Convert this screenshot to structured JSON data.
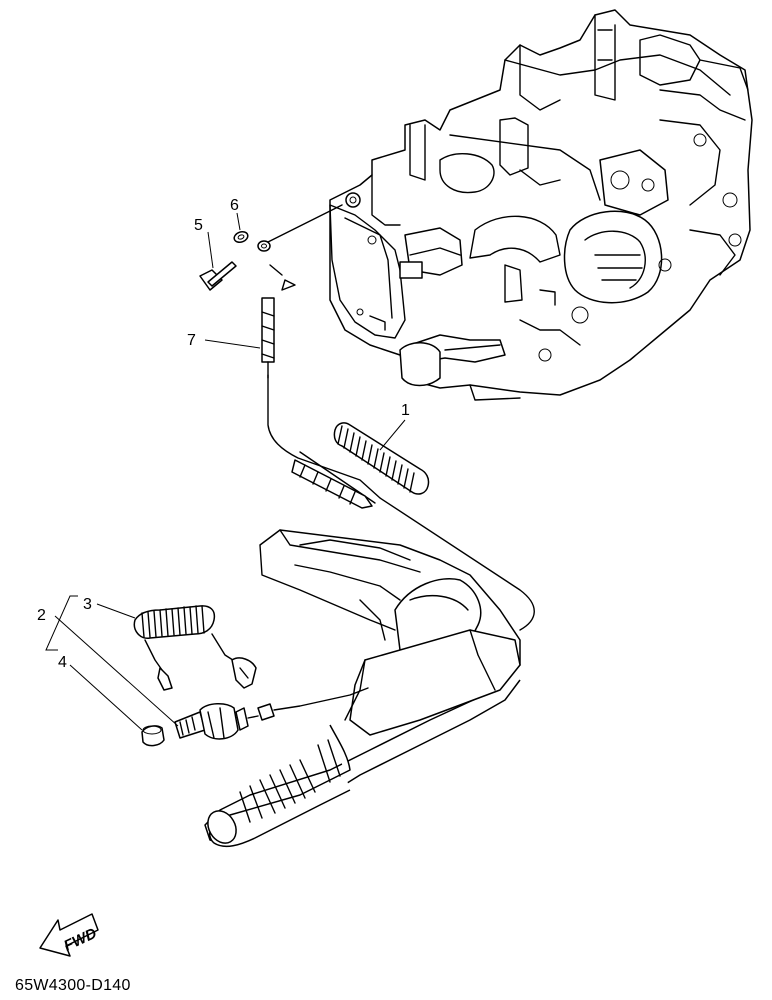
{
  "callouts": {
    "c1": "1",
    "c2": "2",
    "c3": "3",
    "c4": "4",
    "c5": "5",
    "c6": "6",
    "c7": "7"
  },
  "diagram_code": "65W4300-D140",
  "fwd_label": "FWD"
}
